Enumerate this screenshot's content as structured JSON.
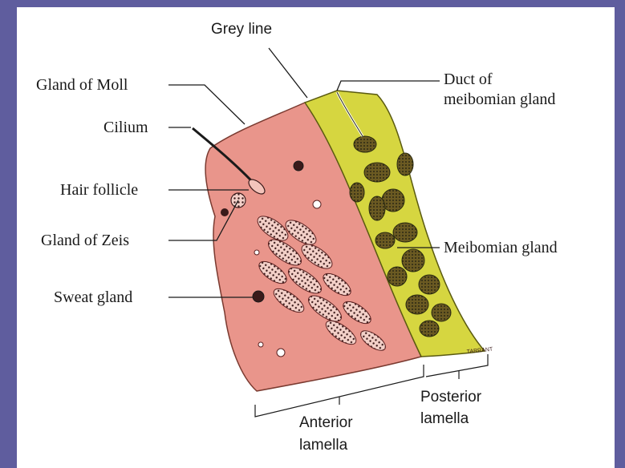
{
  "labels": {
    "grey_line": "Grey line",
    "gland_of_moll": "Gland of Moll",
    "cilium": "Cilium",
    "hair_follicle": "Hair follicle",
    "gland_of_zeis": "Gland of Zeis",
    "sweat_gland": "Sweat gland",
    "duct_line1": "Duct of",
    "duct_line2": "meibomian gland",
    "meibomian_gland": "Meibomian gland",
    "anterior_line1": "Anterior",
    "anterior_line2": "lamella",
    "posterior_line1": "Posterior",
    "posterior_line2": "lamella",
    "signature": "TARRANT"
  },
  "colors": {
    "frame": "#5f5d9e",
    "anterior_tissue": "#e9958b",
    "posterior_tissue": "#d6d640",
    "gland_fill": "#8a6a2a",
    "ink": "#1a1a1a"
  }
}
